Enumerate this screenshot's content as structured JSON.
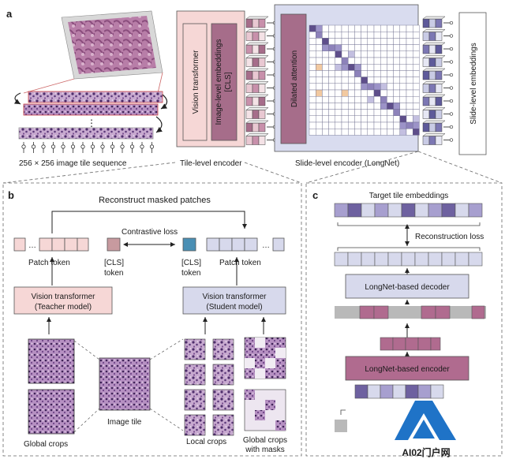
{
  "panel_a": {
    "letter": "a",
    "tile_sequence_label": "256 × 256 image tile sequence",
    "vit_label": "Vision transformer",
    "embeddings_label": "Image-level embeddings",
    "cls_label": "[CLS]",
    "tile_encoder_label": "Tile-level encoder",
    "dilated_label": "Dilated attention",
    "slide_encoder_label": "Slide-level encoder (LongNet)",
    "slide_embeddings_label": "Slide-level embeddings"
  },
  "panel_b": {
    "letter": "b",
    "reconstruct_label": "Reconstruct masked patches",
    "contrastive_label": "Contrastive loss",
    "patch_token_left": "Patch token",
    "patch_token_right": "Patch token",
    "cls_token_left": "[CLS]",
    "cls_token_left_2": "token",
    "cls_token_right": "[CLS]",
    "cls_token_right_2": "token",
    "teacher_line1": "Vision transformer",
    "teacher_line2": "(Teacher model)",
    "student_line1": "Vision transformer",
    "student_line2": "(Student model)",
    "global_crops": "Global crops",
    "image_tile": "Image tile",
    "local_crops": "Local crops",
    "masked_line1": "Global crops",
    "masked_line2": "with masks"
  },
  "panel_c": {
    "letter": "c",
    "target_label": "Target tile embeddings",
    "reconstruction_loss": "Reconstruction loss",
    "decoder_label": "LongNet-based decoder",
    "encoder_label": "LongNet-based encoder"
  },
  "watermark": {
    "text": "AI02门户网"
  },
  "colors": {
    "pink": "#f6d7d6",
    "mauve": "#a66d8a",
    "purple_dark": "#5e4e8a",
    "lavender": "#d7d9ec",
    "encoder_mauve": "#b06b8f",
    "teal": "#4a8fb4",
    "slide_panel": "#d9dcef"
  }
}
